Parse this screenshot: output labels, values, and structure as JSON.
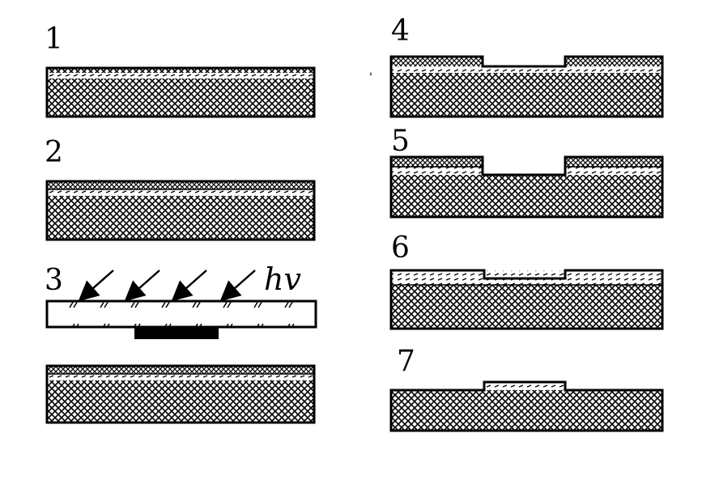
{
  "title": "",
  "steps": [
    {
      "number": "1"
    },
    {
      "number": "2"
    },
    {
      "number": "3"
    },
    {
      "number": "4"
    },
    {
      "number": "5"
    },
    {
      "number": "6"
    },
    {
      "number": "7"
    }
  ],
  "light_label": "hv",
  "colors": {
    "ink": "#000000",
    "background": "#ffffff"
  }
}
